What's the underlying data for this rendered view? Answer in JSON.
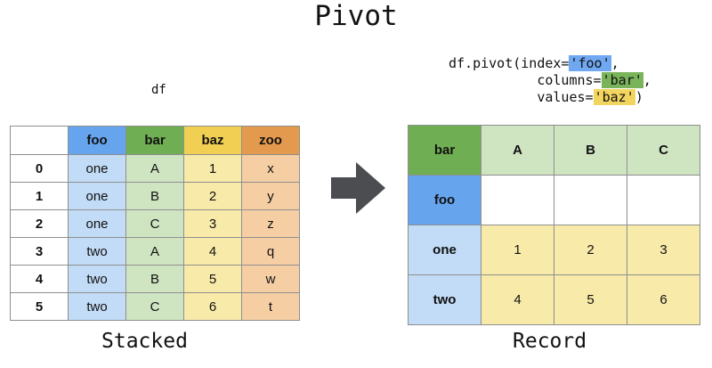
{
  "title": "Pivot",
  "source": {
    "label": "df",
    "caption": "Stacked",
    "header": [
      "",
      "foo",
      "bar",
      "baz",
      "zoo"
    ],
    "rows": [
      [
        "0",
        "one",
        "A",
        "1",
        "x"
      ],
      [
        "1",
        "one",
        "B",
        "2",
        "y"
      ],
      [
        "2",
        "one",
        "C",
        "3",
        "z"
      ],
      [
        "3",
        "two",
        "A",
        "4",
        "q"
      ],
      [
        "4",
        "two",
        "B",
        "5",
        "w"
      ],
      [
        "5",
        "two",
        "C",
        "6",
        "t"
      ]
    ]
  },
  "code": {
    "line1_prefix": "df.pivot(index=",
    "index_arg": "'foo'",
    "line1_suffix": ",",
    "line2_prefix": "columns=",
    "columns_arg": "'bar'",
    "line2_suffix": ",",
    "line3_prefix": "values=",
    "values_arg": "'baz'",
    "line3_suffix": ")"
  },
  "result": {
    "caption": "Record",
    "corner": "bar",
    "columns": [
      "A",
      "B",
      "C"
    ],
    "index_name": "foo",
    "rows": [
      {
        "label": "one",
        "values": [
          "1",
          "2",
          "3"
        ]
      },
      {
        "label": "two",
        "values": [
          "4",
          "5",
          "6"
        ]
      }
    ]
  },
  "colors": {
    "foo": "#66a4ee",
    "bar": "#6fae52",
    "baz": "#f0cf52",
    "zoo": "#e49a4e",
    "arrow": "#4b4d51"
  }
}
